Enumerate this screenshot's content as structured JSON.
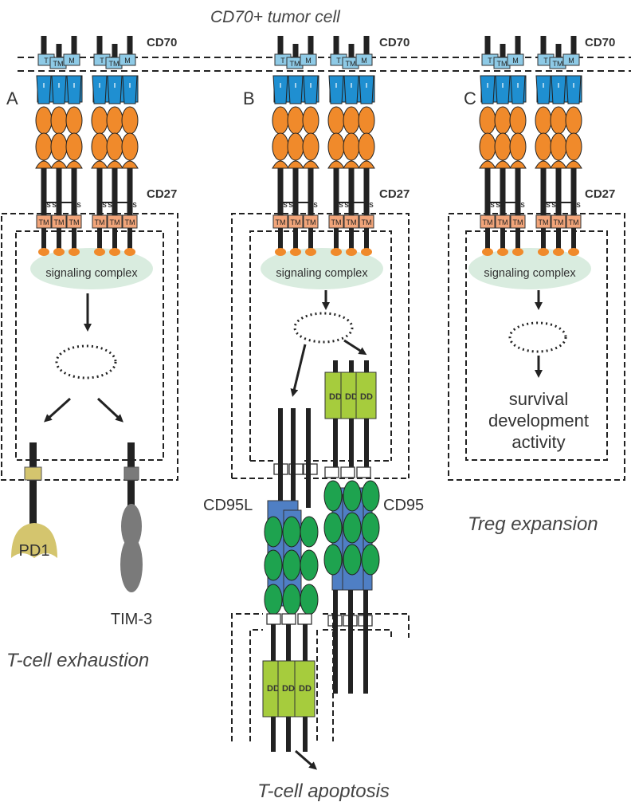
{
  "title": "CD70+ tumor cell",
  "panels": [
    {
      "letter": "A",
      "cd70": "CD70",
      "cd27": "CD27",
      "signaling": "signaling complex",
      "caption": "T-cell exhaustion"
    },
    {
      "letter": "B",
      "cd70": "CD70",
      "cd27": "CD27",
      "signaling": "signaling complex",
      "caption": "T-cell apoptosis"
    },
    {
      "letter": "C",
      "cd70": "CD70",
      "cd27": "CD27",
      "signaling": "signaling complex",
      "caption": "Treg expansion"
    }
  ],
  "tm_label": "TM",
  "s_label": "S",
  "dd_label": "DD",
  "receptors": {
    "pd1": "PD1",
    "tim3": "TIM-3",
    "cd95l": "CD95L",
    "cd95": "CD95"
  },
  "outcome_c": {
    "line1": "survival",
    "line2": "development",
    "line3": "activity"
  },
  "colors": {
    "cd70_tm": "#8ecae6",
    "cd70_body": "#1f8fd1",
    "cd27_bead": "#f08a2b",
    "cd27_tm": "#f2a57a",
    "signaling": "#d9ecdf",
    "dd": "#a6cc3d",
    "cd95_bead": "#1ea34f",
    "cd95_box": "#4f7fc4",
    "pd1": "#d4c56e",
    "tim3": "#7a7a7a",
    "stalk": "#222222"
  }
}
